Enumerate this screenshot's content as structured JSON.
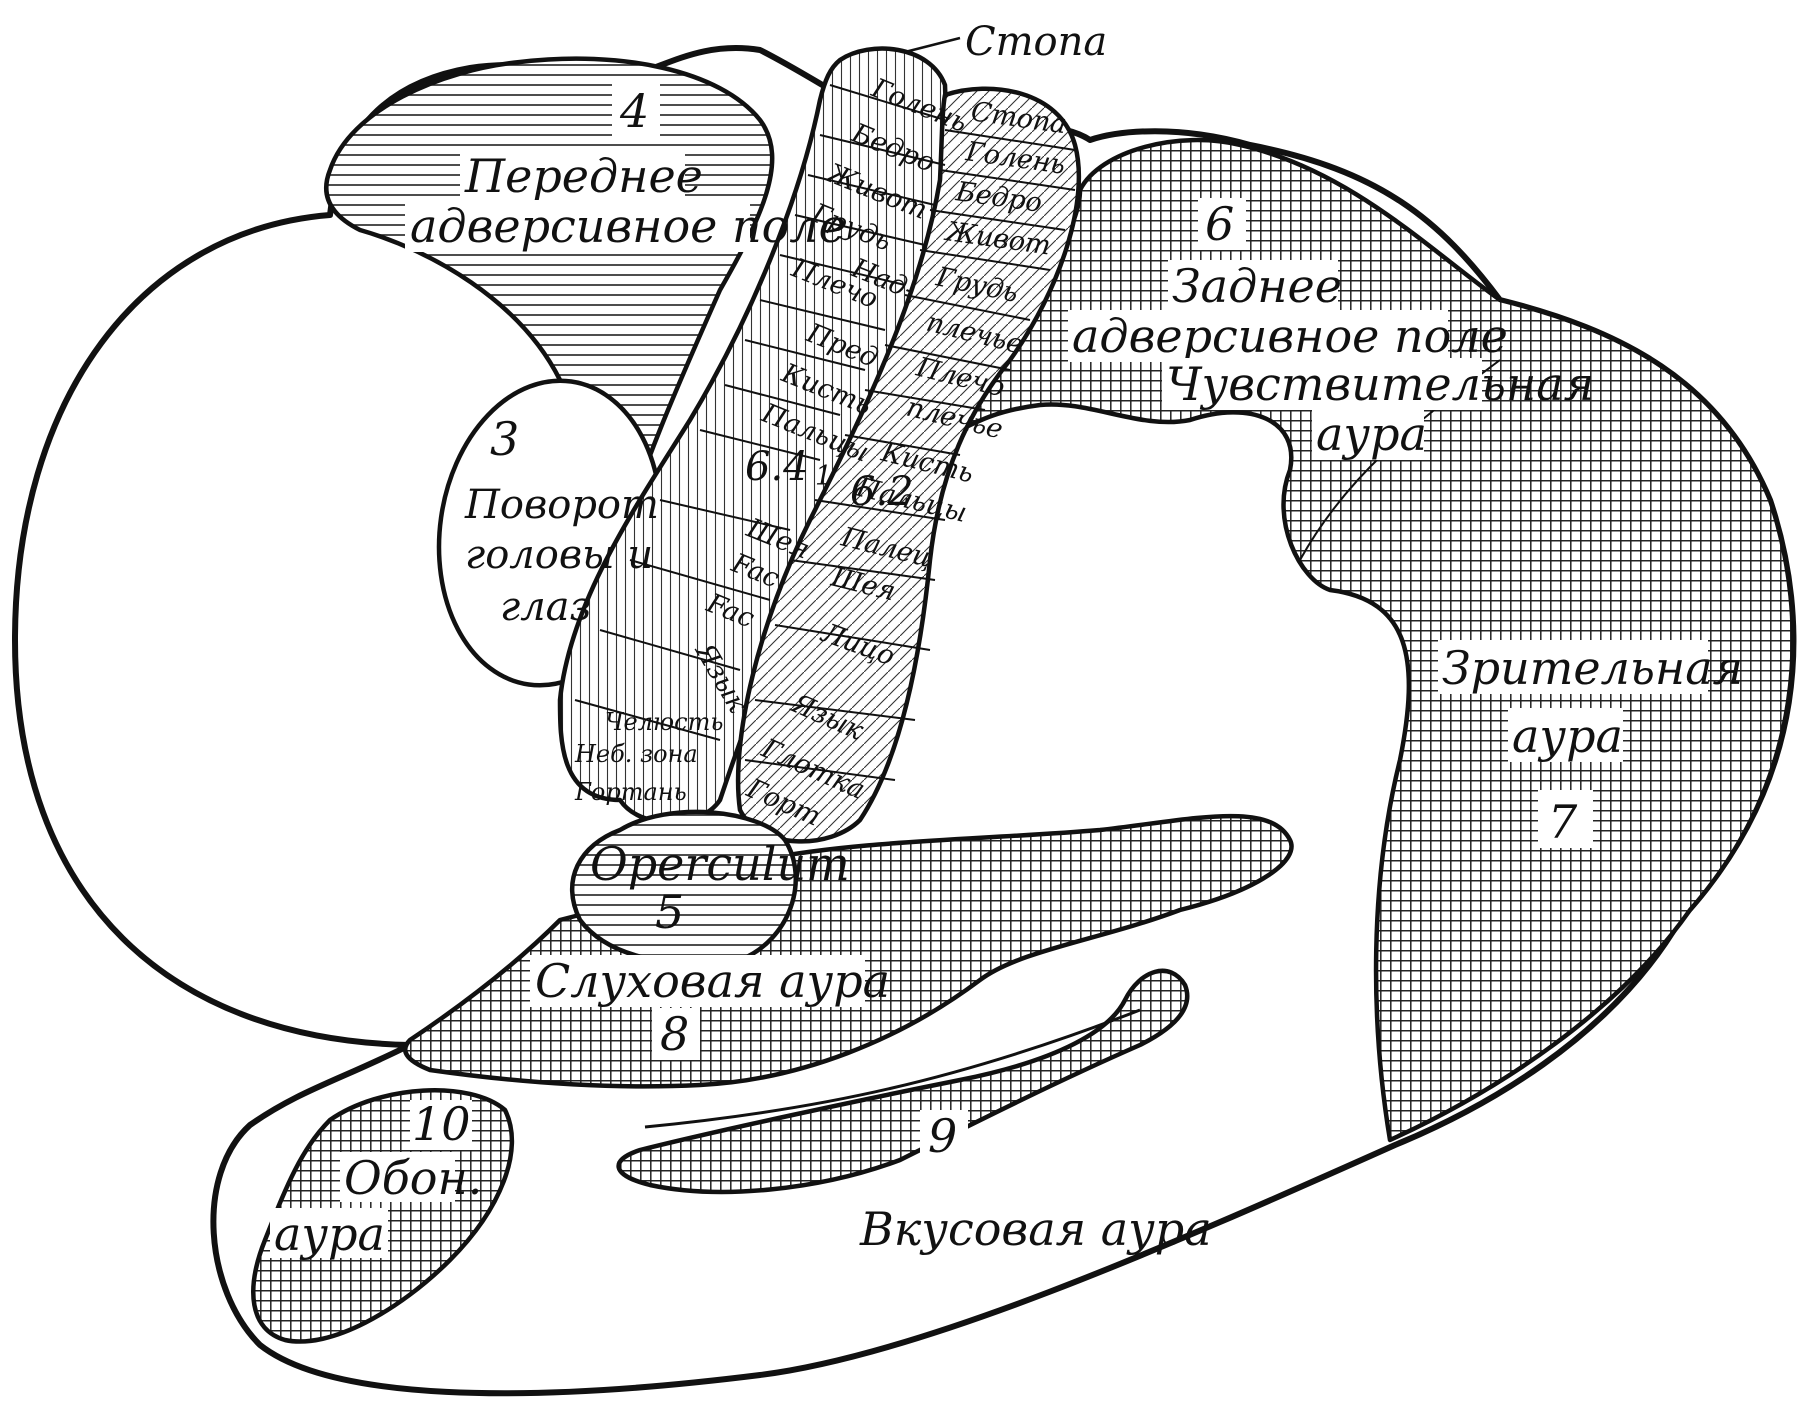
{
  "labels": {
    "top_stopa": "Стопа",
    "anterior_number": "4",
    "anterior_line1": "Переднее",
    "anterior_line2": "адверсивное поле",
    "head_number": "3",
    "head_line1": "Поворот",
    "head_line2": "головы и",
    "head_line3": "глаз",
    "posterior_number": "6",
    "posterior_line1": "Заднее",
    "posterior_line2": "адверсивное поле",
    "sensory_line1": "Чувствительная",
    "sensory_line2": "аура",
    "visual_line1": "Зрительная",
    "visual_line2": "аура",
    "visual_number": "7",
    "operculum_word": "Operculum",
    "operculum_number": "5",
    "auditory_label": "Слуховая аура",
    "auditory_number": "8",
    "gustatory_number": "9",
    "gustatory_label": "Вкусовая аура",
    "olfactory_number": "10",
    "olfactory_line1": "Обон.",
    "olfactory_line2": "аура",
    "motor_strip_number": "6.4",
    "motor_strip_sub": "1",
    "sensory_strip_number": "6.2"
  },
  "motor_strip": [
    "Голень",
    "Бедро",
    "Живот",
    "Грудь",
    "Над-",
    "Плечо",
    "Пред",
    "Кисть",
    "Пальцы",
    "Шея",
    "Fac",
    "Fac",
    "Язык",
    "Челюсть",
    "Неб. зона",
    "Гортань"
  ],
  "sensory_strip": [
    "Стопа",
    "Голень",
    "Бедро",
    "Живот",
    "Грудь",
    "плечье",
    "Плечо",
    "плечье",
    "Кисть",
    "Пальцы",
    "Палец",
    "Шея",
    "Лицо",
    "Язык",
    "Глотка",
    "Горт"
  ]
}
